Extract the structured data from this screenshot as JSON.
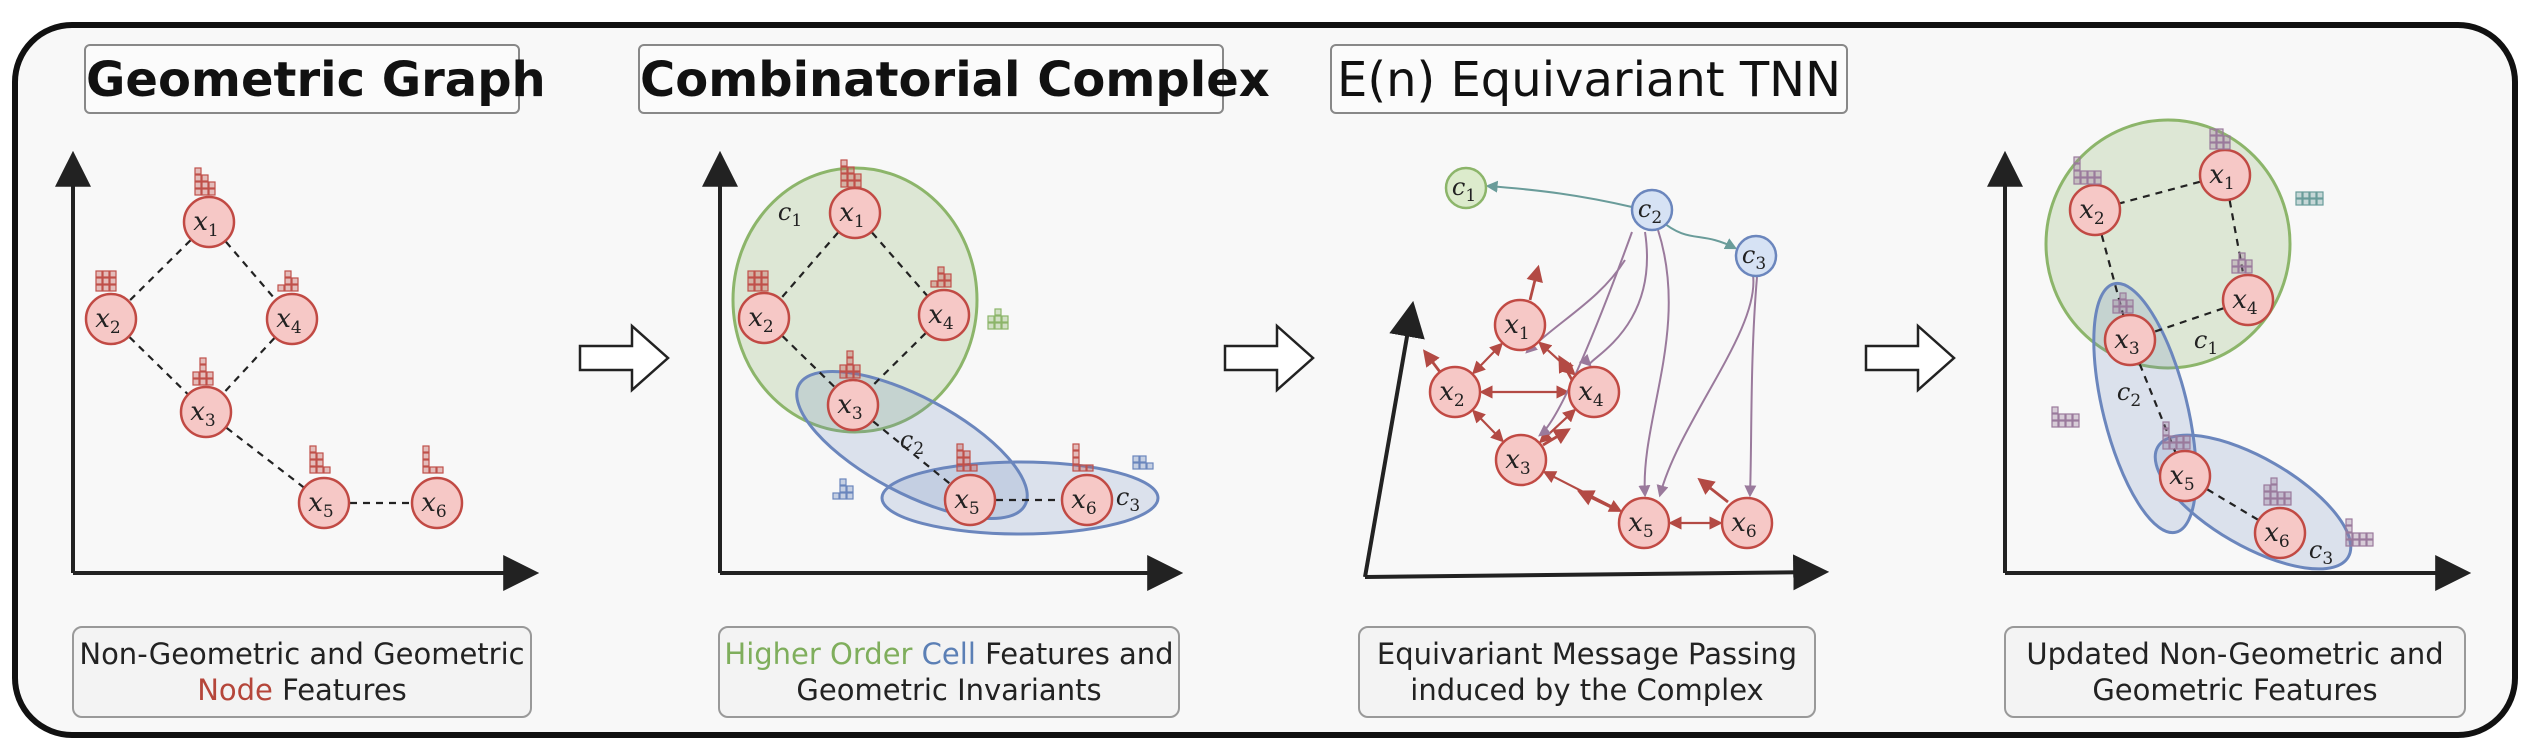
{
  "titles": {
    "panel1": "Geometric Graph",
    "panel2": "Combinatorial Complex",
    "panel3": "E(n) Equivariant TNN"
  },
  "captions": {
    "panel1": {
      "line1": "Non-Geometric and Geometric",
      "line2_highlight": "Node",
      "line2_rest": " Features"
    },
    "panel2": {
      "line1_green": "Higher Order",
      "line1_blue": " Cell",
      "line1_rest": " Features and",
      "line2": "Geometric Invariants"
    },
    "panel3": {
      "line1": "Equivariant Message Passing",
      "line2": "induced by the Complex"
    },
    "panel4": {
      "line1": "Updated Non-Geometric and",
      "line2": "Geometric Features"
    }
  },
  "nodes": [
    {
      "sym": "x",
      "sub": "1"
    },
    {
      "sym": "x",
      "sub": "2"
    },
    {
      "sym": "x",
      "sub": "3"
    },
    {
      "sym": "x",
      "sub": "4"
    },
    {
      "sym": "x",
      "sub": "5"
    },
    {
      "sym": "x",
      "sub": "6"
    }
  ],
  "cells": [
    {
      "sym": "c",
      "sub": "1"
    },
    {
      "sym": "c",
      "sub": "2"
    },
    {
      "sym": "c",
      "sub": "3"
    }
  ],
  "colors": {
    "node_fill": "#f6c8c6",
    "node_stroke": "#c14a44",
    "cell_green": "#7fae5c",
    "cell_blue": "#5b7fb5",
    "edge_purple": "#9a7a9c"
  }
}
